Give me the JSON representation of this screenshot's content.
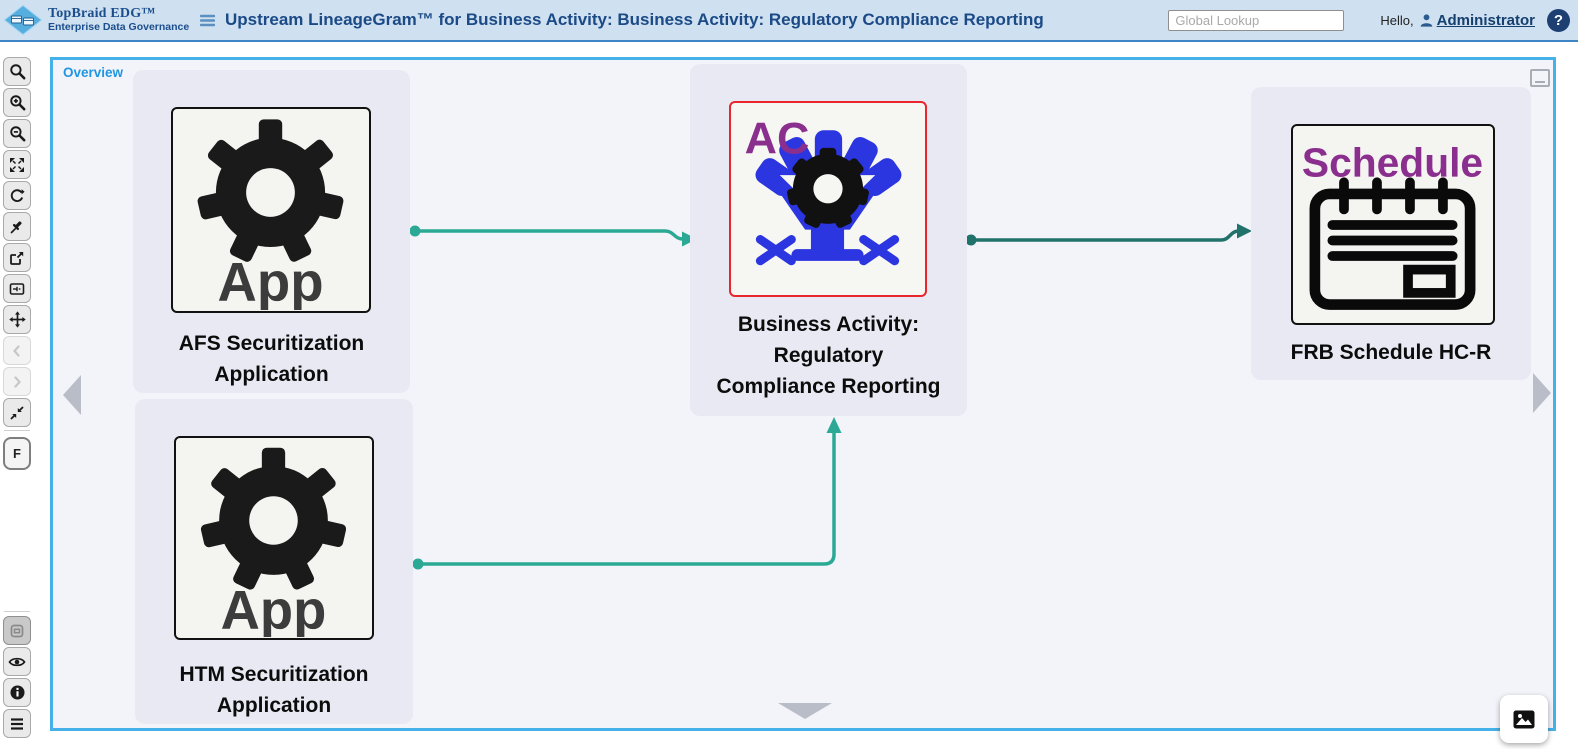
{
  "colors": {
    "header_bg": "#cfe0f1",
    "title_blue": "#1b4a86",
    "overview_blue": "#2196e0",
    "canvas_border": "#45b1e8",
    "node_bg": "#e9e9f3",
    "selected_red": "#e8262b",
    "edge_teal": "#2ba995",
    "edge_dark": "#20726b",
    "icon_purple": "#8b2f8f",
    "icon_blue": "#2b35e0"
  },
  "header": {
    "logo_title": "TopBraid EDG™",
    "logo_subtitle": "Enterprise Data Governance",
    "title": "Upstream LineageGram™ for Business Activity: Business Activity: Regulatory Compliance Reporting",
    "search_placeholder": "Global Lookup",
    "greeting": "Hello,",
    "username": "Administrator",
    "help_label": "?"
  },
  "toolbar": {
    "f_button_label": "F"
  },
  "canvas": {
    "overview_label": "Overview",
    "nodes": [
      {
        "id": "afs-securitization-application",
        "icon_text": "App",
        "label": "AFS Securitization\nApplication"
      },
      {
        "id": "htm-securitization-application",
        "icon_text": "App",
        "label": "HTM Securitization\nApplication"
      },
      {
        "id": "business-activity-regulatory-compliance-reporting",
        "icon_text": "AC",
        "label": "Business Activity:\nRegulatory\nCompliance Reporting",
        "selected": true
      },
      {
        "id": "frb-schedule-hc-r",
        "icon_text": "Schedule",
        "label": "FRB Schedule HC-R"
      }
    ],
    "edges": [
      {
        "from": "afs-securitization-application",
        "to": "business-activity-regulatory-compliance-reporting",
        "color": "#2ba995"
      },
      {
        "from": "business-activity-regulatory-compliance-reporting",
        "to": "frb-schedule-hc-r",
        "color": "#20726b"
      },
      {
        "from": "htm-securitization-application",
        "to": "business-activity-regulatory-compliance-reporting",
        "color": "#2ba995"
      }
    ]
  }
}
